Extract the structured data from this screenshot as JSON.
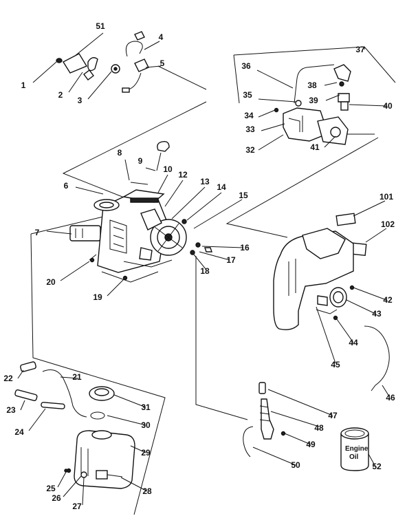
{
  "diagram": {
    "part_labels": [
      "1",
      "2",
      "3",
      "4",
      "5",
      "7",
      "6",
      "8",
      "9",
      "10",
      "12",
      "13",
      "14",
      "15",
      "16",
      "17",
      "18",
      "19",
      "20",
      "21",
      "22",
      "23",
      "24",
      "25",
      "26",
      "27",
      "28",
      "29",
      "30",
      "31",
      "32",
      "33",
      "34",
      "35",
      "36",
      "37",
      "38",
      "39",
      "40",
      "41",
      "42",
      "43",
      "44",
      "45",
      "46",
      "47",
      "48",
      "49",
      "50",
      "51",
      "52",
      "101",
      "102"
    ],
    "can_label": [
      "Engine",
      "Oil"
    ]
  }
}
